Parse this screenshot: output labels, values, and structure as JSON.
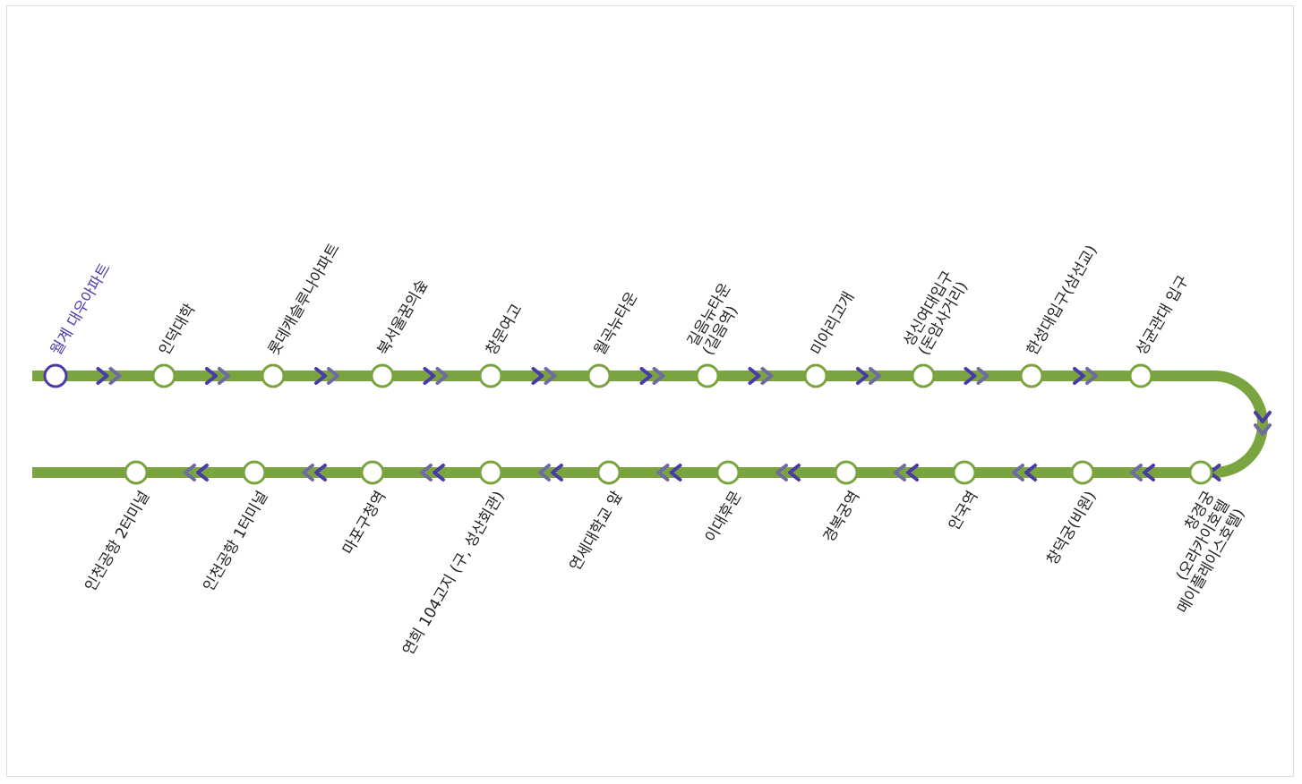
{
  "colors": {
    "line": "#7aa43f",
    "arrow_dark": "#4a3aa8",
    "arrow_light": "#6f6aa0",
    "station_fill": "#ffffff",
    "current_station_stroke": "#4a3aa8",
    "label": "#222222",
    "current_label": "#4a3aa8"
  },
  "route": {
    "outbound": [
      {
        "name": "월계 대우아파트",
        "current": true
      },
      {
        "name": "인덕대학"
      },
      {
        "name": "롯데캐슬루나아파트"
      },
      {
        "name": "북서울꿈의숲"
      },
      {
        "name": "창문여고"
      },
      {
        "name": "월곡뉴타운"
      },
      {
        "name": "길음뉴타운\n(길음역)"
      },
      {
        "name": "미아리고개"
      },
      {
        "name": "성신여대입구\n(돈암사거리)"
      },
      {
        "name": "한성대입구(삼선교)"
      },
      {
        "name": "성균관대 입구"
      }
    ],
    "return": [
      {
        "name": "창경궁\n(오라카이호텔\n메이플레이스호텔)"
      },
      {
        "name": "창덕궁(비원)"
      },
      {
        "name": "안국역"
      },
      {
        "name": "경복궁역"
      },
      {
        "name": "이대후문"
      },
      {
        "name": "연세대학교 앞"
      },
      {
        "name": "연희 104고지 (구, 성산회관)"
      },
      {
        "name": "마포구청역"
      },
      {
        "name": "인천공항 1터미널"
      },
      {
        "name": "인천공항 2터미널"
      }
    ]
  }
}
